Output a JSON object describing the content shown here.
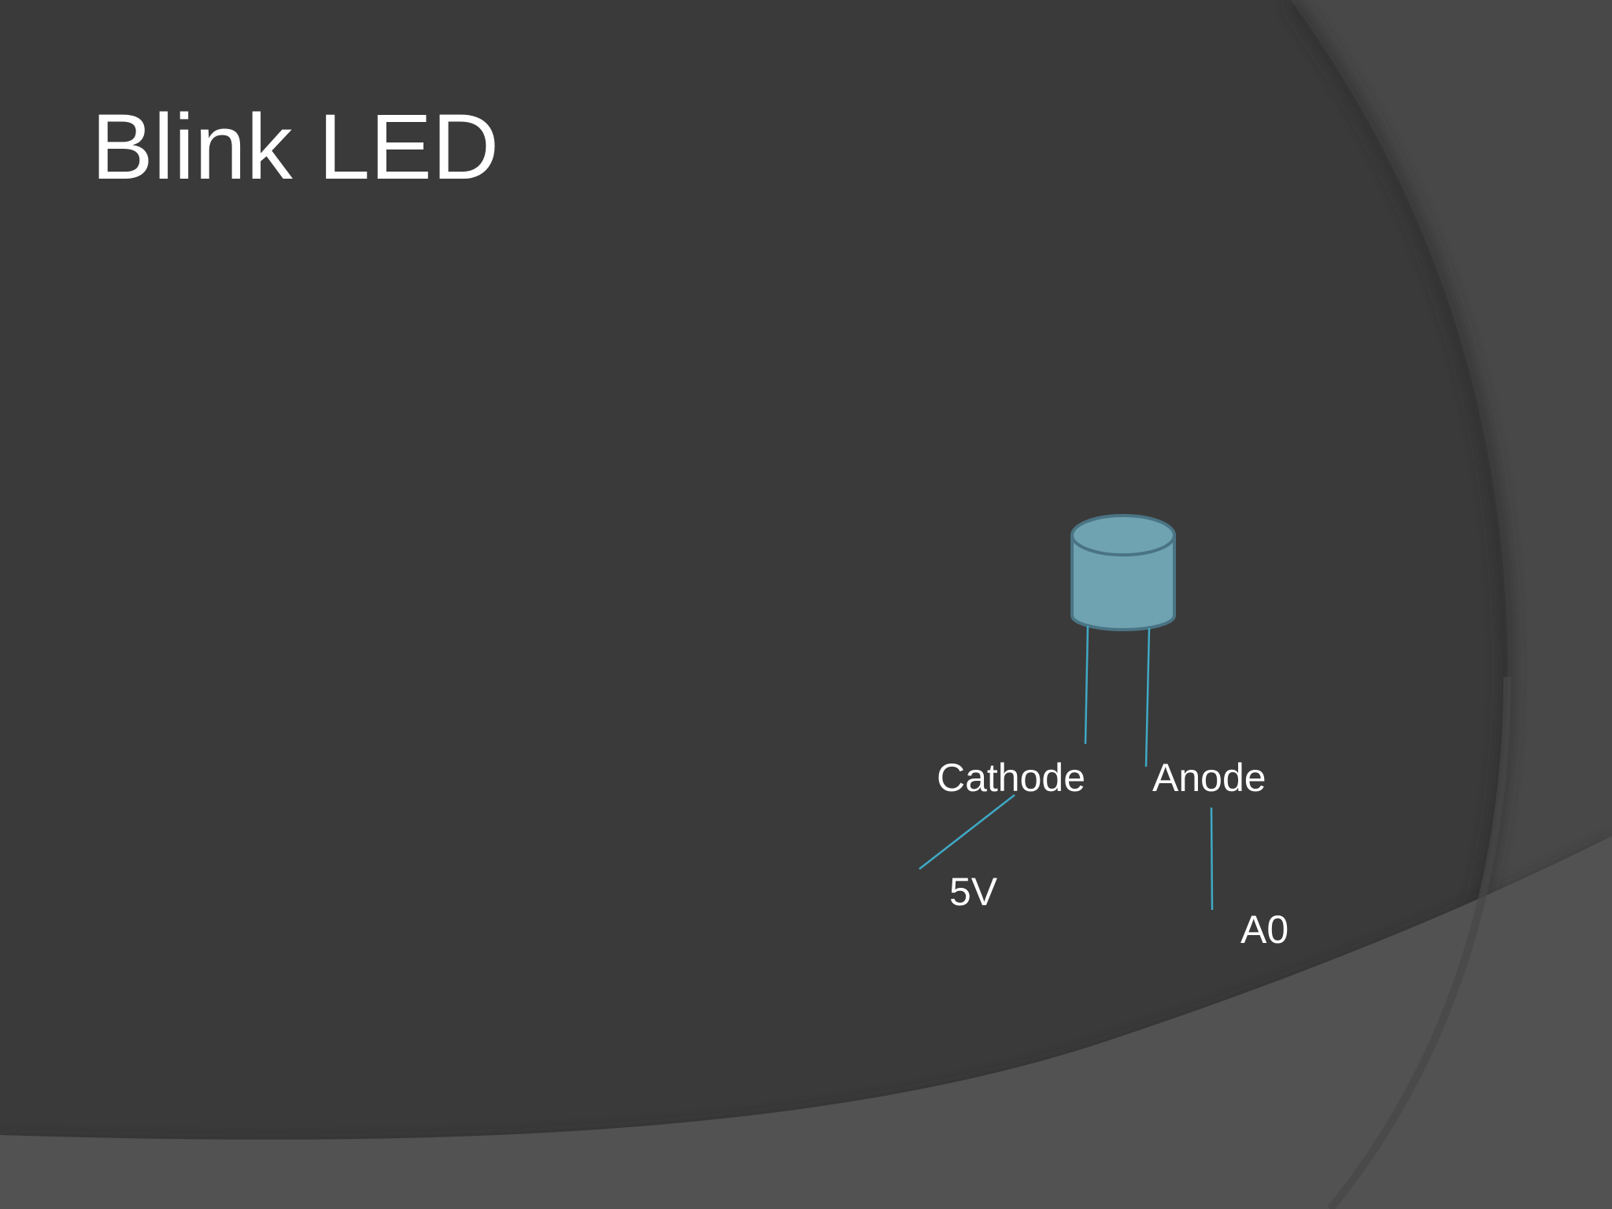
{
  "slide": {
    "title": "Blink LED"
  },
  "diagram": {
    "component": "led-icon",
    "labels": {
      "cathode": "Cathode",
      "anode": "Anode",
      "voltage": "5V",
      "pin": "A0"
    }
  },
  "colors": {
    "background": "#3a3a3a",
    "led_fill": "#6fa3b1",
    "led_outline": "#4a7484",
    "wire": "#3fa9c6",
    "text": "#ffffff"
  }
}
